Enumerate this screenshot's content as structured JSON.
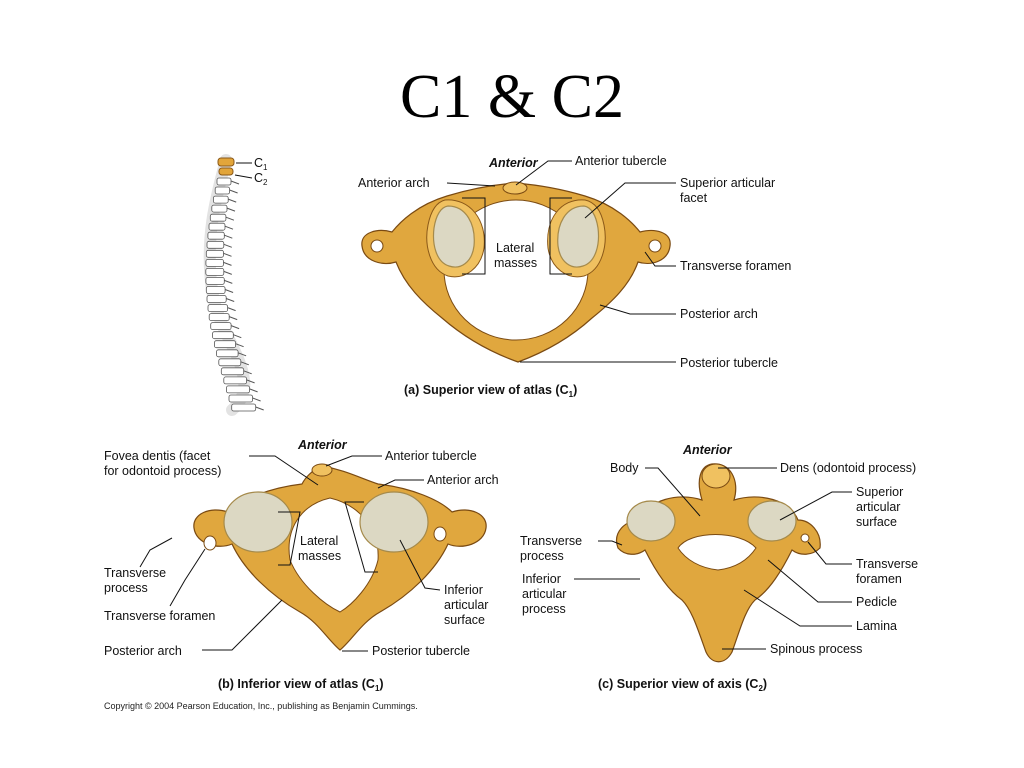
{
  "slide_title": "C1 & C2",
  "spine": {
    "c1": "C",
    "c1_sub": "1",
    "c2": "C",
    "c2_sub": "2"
  },
  "panel_a": {
    "anterior": "Anterior",
    "anterior_tubercle": "Anterior tubercle",
    "anterior_arch": "Anterior arch",
    "superior_articular_facet_1": "Superior articular",
    "superior_articular_facet_2": "facet",
    "lateral_1": "Lateral",
    "lateral_2": "masses",
    "transverse_foramen": "Transverse foramen",
    "posterior_arch": "Posterior arch",
    "posterior_tubercle": "Posterior tubercle",
    "caption_main": "(a)  Superior view of atlas (C",
    "caption_sub": "1",
    "caption_end": ")"
  },
  "panel_b": {
    "anterior": "Anterior",
    "fovea_1": "Fovea dentis (facet",
    "fovea_2": "for odontoid process)",
    "anterior_tubercle": "Anterior tubercle",
    "anterior_arch": "Anterior arch",
    "lateral_1": "Lateral",
    "lateral_2": "masses",
    "transverse_process_1": "Transverse",
    "transverse_process_2": "process",
    "transverse_foramen": "Transverse foramen",
    "inferior_1": "Inferior",
    "inferior_2": "articular",
    "inferior_3": "surface",
    "posterior_arch": "Posterior arch",
    "posterior_tubercle": "Posterior tubercle",
    "caption_main": "(b)  Inferior view of atlas (C",
    "caption_sub": "1",
    "caption_end": ")"
  },
  "panel_c": {
    "anterior": "Anterior",
    "body": "Body",
    "dens": "Dens (odontoid process)",
    "superior_1": "Superior",
    "superior_2": "articular",
    "superior_3": "surface",
    "transverse_process_1": "Transverse",
    "transverse_process_2": "process",
    "inferior_1": "Inferior",
    "inferior_2": "articular",
    "inferior_3": "process",
    "transverse_foramen_1": "Transverse",
    "transverse_foramen_2": "foramen",
    "pedicle": "Pedicle",
    "lamina": "Lamina",
    "spinous_process": "Spinous process",
    "caption_main": "(c)  Superior view of axis (C",
    "caption_sub": "2",
    "caption_end": ")"
  },
  "copyright": "Copyright © 2004 Pearson Education, Inc., publishing as Benjamin Cummings."
}
